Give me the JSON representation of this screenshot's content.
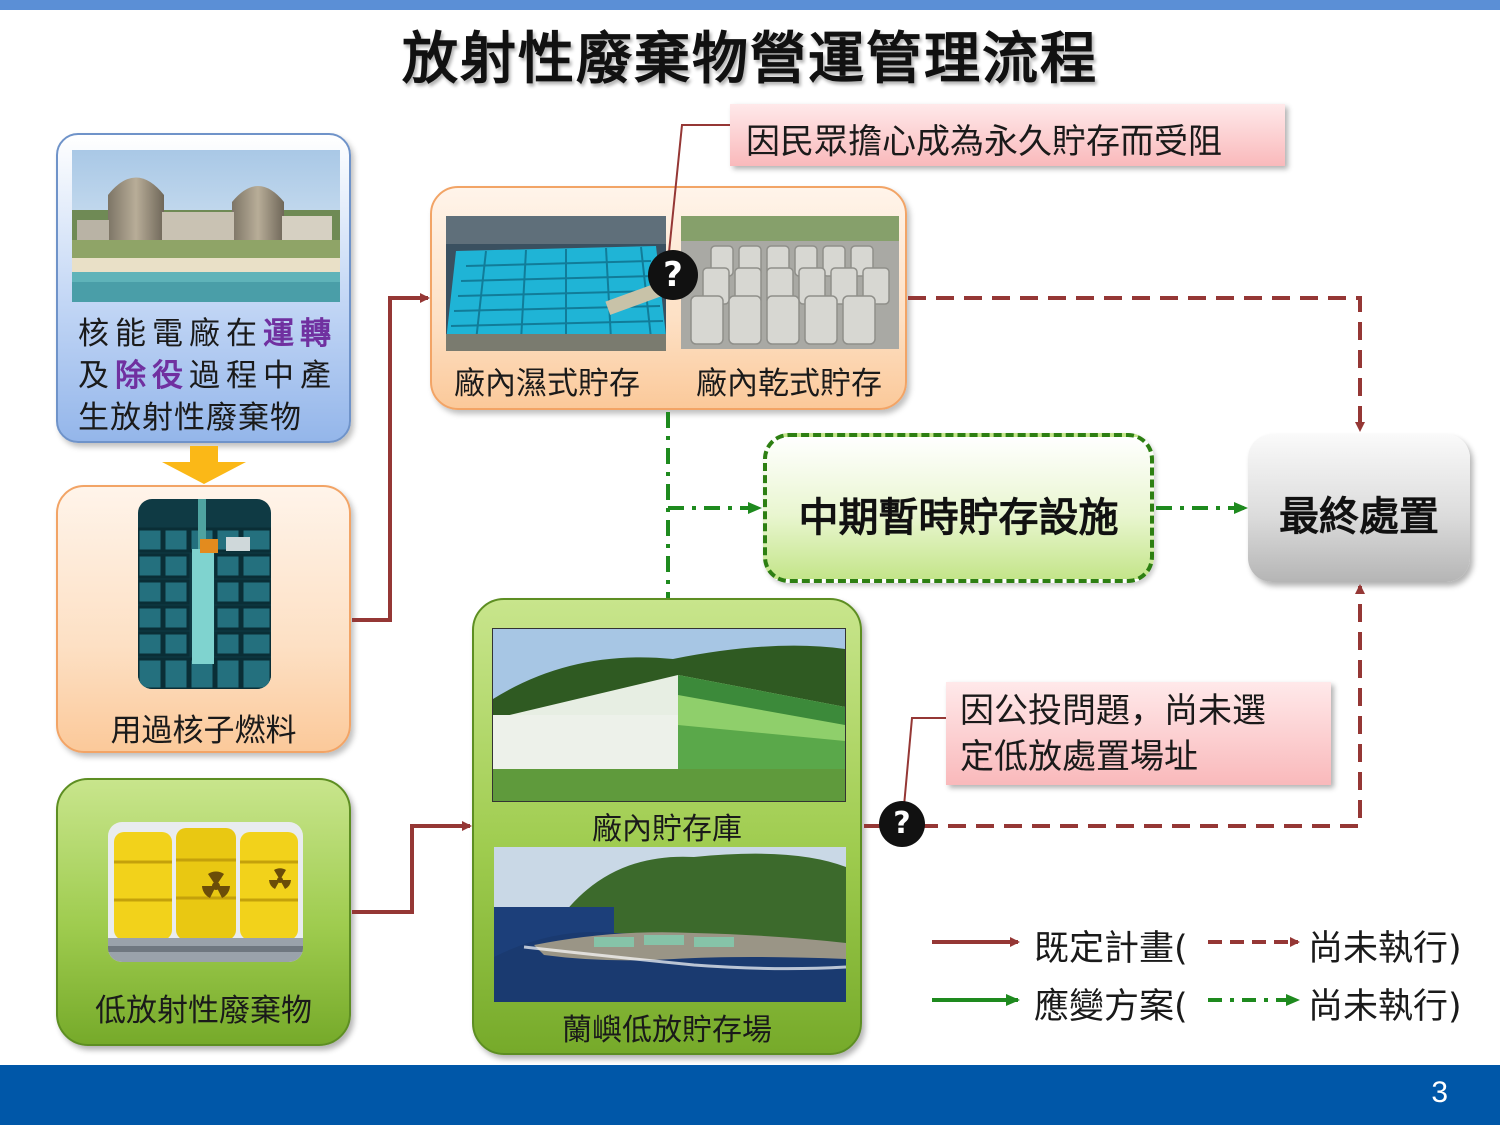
{
  "title": "放射性廢棄物營運管理流程",
  "page_number": "3",
  "source_box": {
    "line1_prefix": "核能電廠在",
    "line1_hl": "運轉",
    "line2_prefix": "及",
    "line2_hl": "除役",
    "line2_suffix": "過程中產",
    "line3": "生放射性廢棄物"
  },
  "spent_fuel": {
    "label": "用過核子燃料"
  },
  "low_level_waste": {
    "label": "低放射性廢棄物"
  },
  "onsite_storage": {
    "wet_label": "廠內濕式貯存",
    "dry_label": "廠內乾式貯存"
  },
  "callout_top": {
    "text": "因民眾擔心成為永久貯存而受阻"
  },
  "callout_bottom": {
    "line1": "因公投問題，尚未選",
    "line2": "定低放處置場址"
  },
  "interim_storage": {
    "label": "中期暫時貯存設施"
  },
  "final_disposal": {
    "label": "最終處置"
  },
  "low_storage": {
    "plant_label": "廠內貯存庫",
    "lanyu_label": "蘭嶼低放貯存場"
  },
  "legend": {
    "planned": "既定計畫(",
    "contingency": "應變方案(",
    "not_executed": "尚未執行)"
  },
  "question_mark": "?",
  "colors": {
    "planned": "#953735",
    "contingency": "#1e8a1e",
    "highlight": "#7030a0",
    "bottom_bar": "#0057a8"
  },
  "icons": [
    "question-mark-icon",
    "down-arrow-icon",
    "radiation-icon"
  ]
}
